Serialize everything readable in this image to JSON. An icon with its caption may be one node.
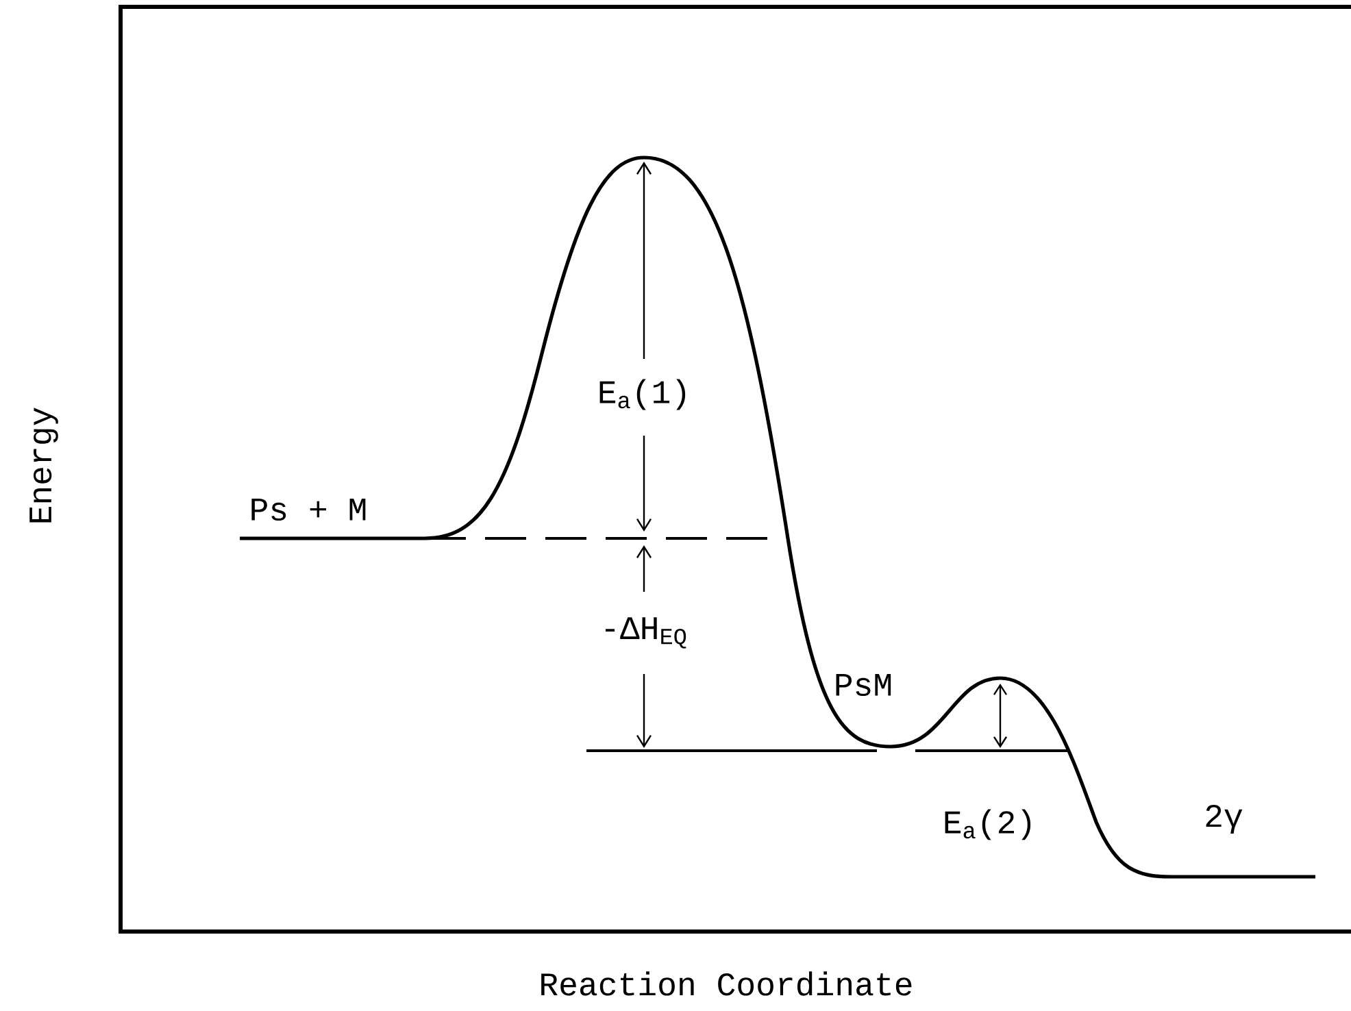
{
  "diagram": {
    "labels": [
      "Energy",
      "Ps + M",
      "E$_{a}$(1)",
      "-ΔH$_{EQ}$",
      "PsM",
      "E$_{a}$(2)",
      "2γ",
      "Reaction Coordinate"
    ]
  }
}
